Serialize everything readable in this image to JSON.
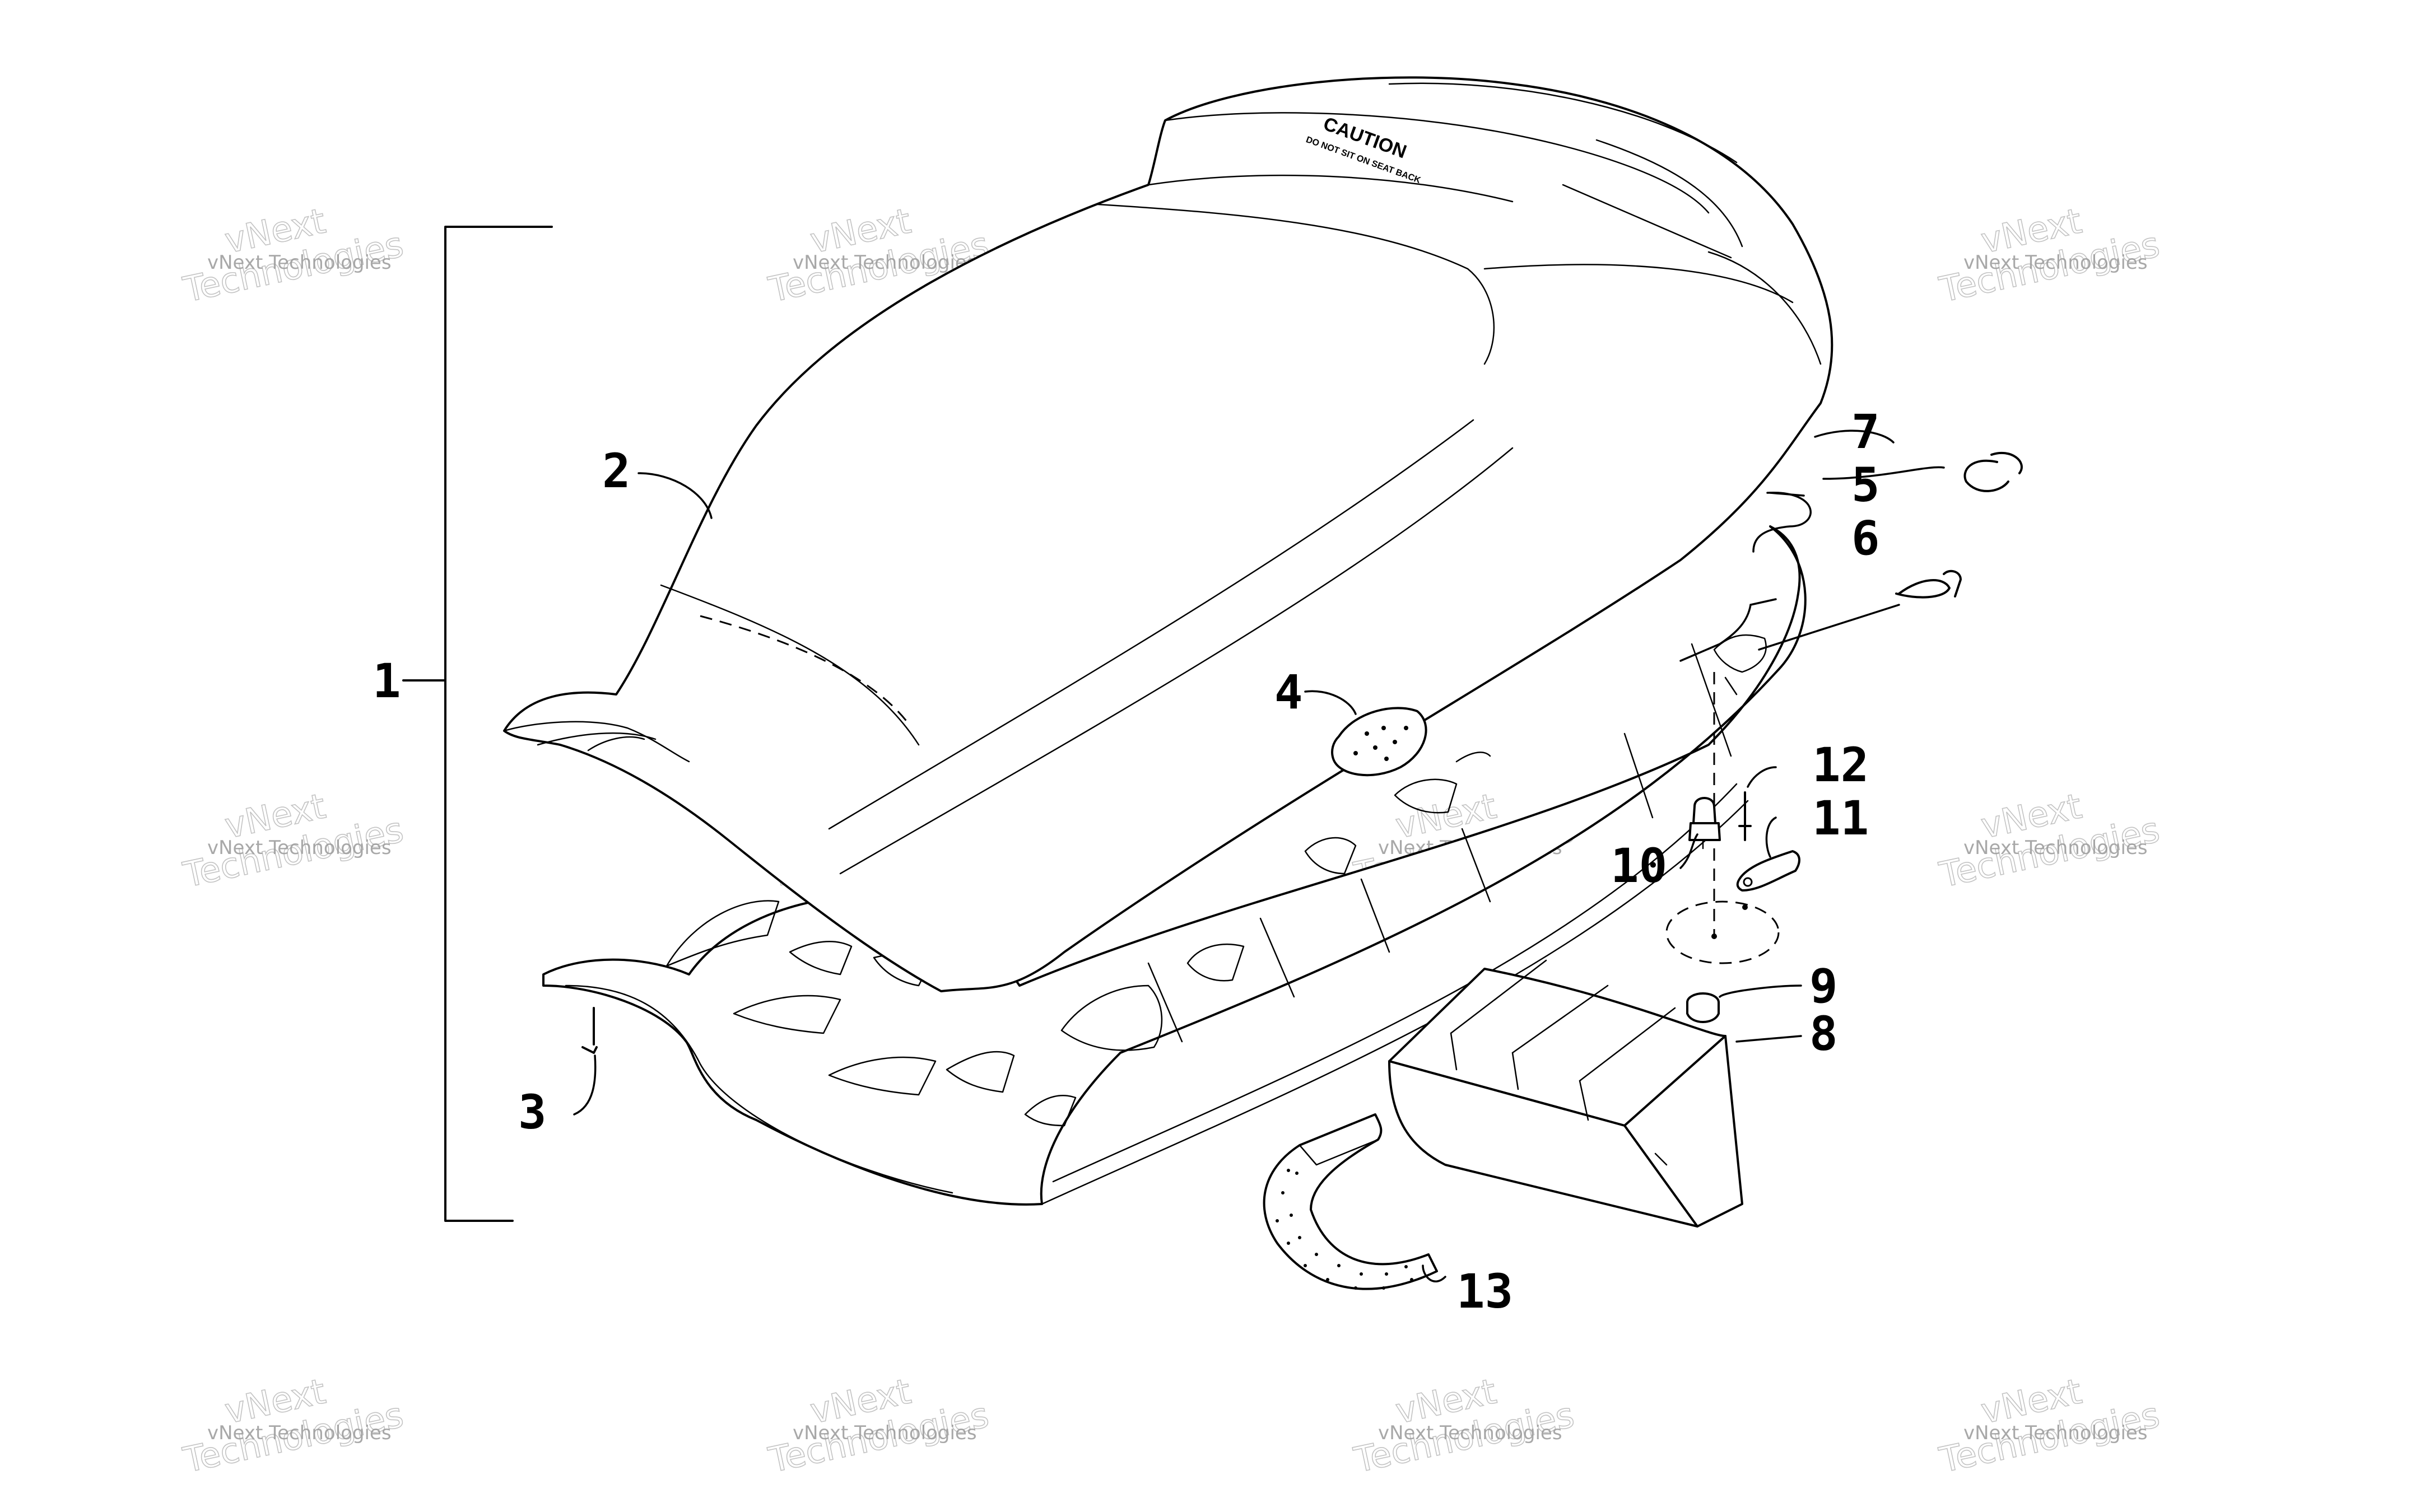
{
  "callouts": {
    "c1": "1",
    "c2": "2",
    "c3": "3",
    "c4": "4",
    "c5": "5",
    "c6": "6",
    "c7": "7",
    "c8": "8",
    "c9": "9",
    "c10": "10",
    "c11": "11",
    "c12": "12",
    "c13": "13"
  },
  "seat_label": {
    "caution": "CAUTION",
    "warning": "DO NOT SIT ON SEAT BACK"
  },
  "watermark": {
    "line1": "vNext Technologies",
    "line2": "vNext",
    "line3": "Technologies"
  }
}
